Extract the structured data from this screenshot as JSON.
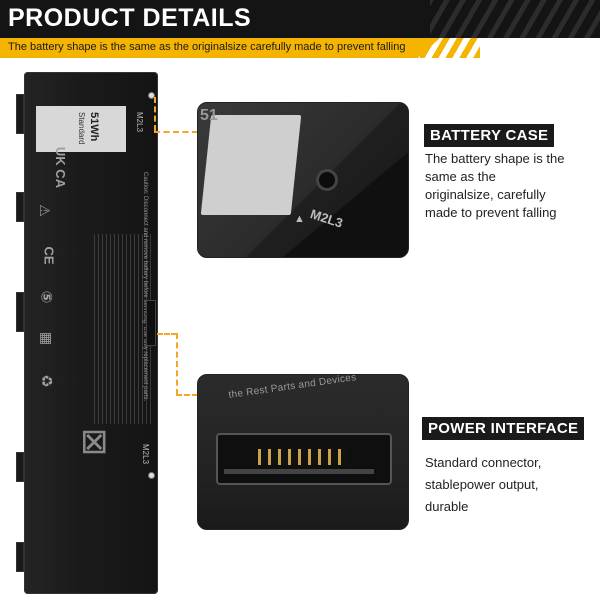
{
  "header": {
    "title": "PRODUCT DETAILS",
    "subtitle": "The battery shape is the same as the originalsize carefully made  to prevent falling"
  },
  "battery": {
    "capacity": "51Wh",
    "type": "Standard",
    "model_top": "M2L3",
    "model_bottom": "M2L3",
    "cert_ukca": "UK CA",
    "warning_text": "Caution: Disconnect and remove battery before servicing. Use only replacement parts."
  },
  "panels": {
    "case": {
      "overlay_big": "51",
      "model": "M2L3"
    },
    "interface": {
      "overlay_text": "the Rest Parts and Devices"
    }
  },
  "sections": {
    "battery_case": {
      "title": "BATTERY CASE",
      "body": "The battery shape is the same as the originalsize, carefully made to prevent falling"
    },
    "power_interface": {
      "title": "POWER INTERFACE",
      "body": "Standard connector, stablepower output, durable"
    }
  },
  "colors": {
    "accent": "#f5b400",
    "header_bg": "#141414",
    "leader": "#f5a623"
  }
}
